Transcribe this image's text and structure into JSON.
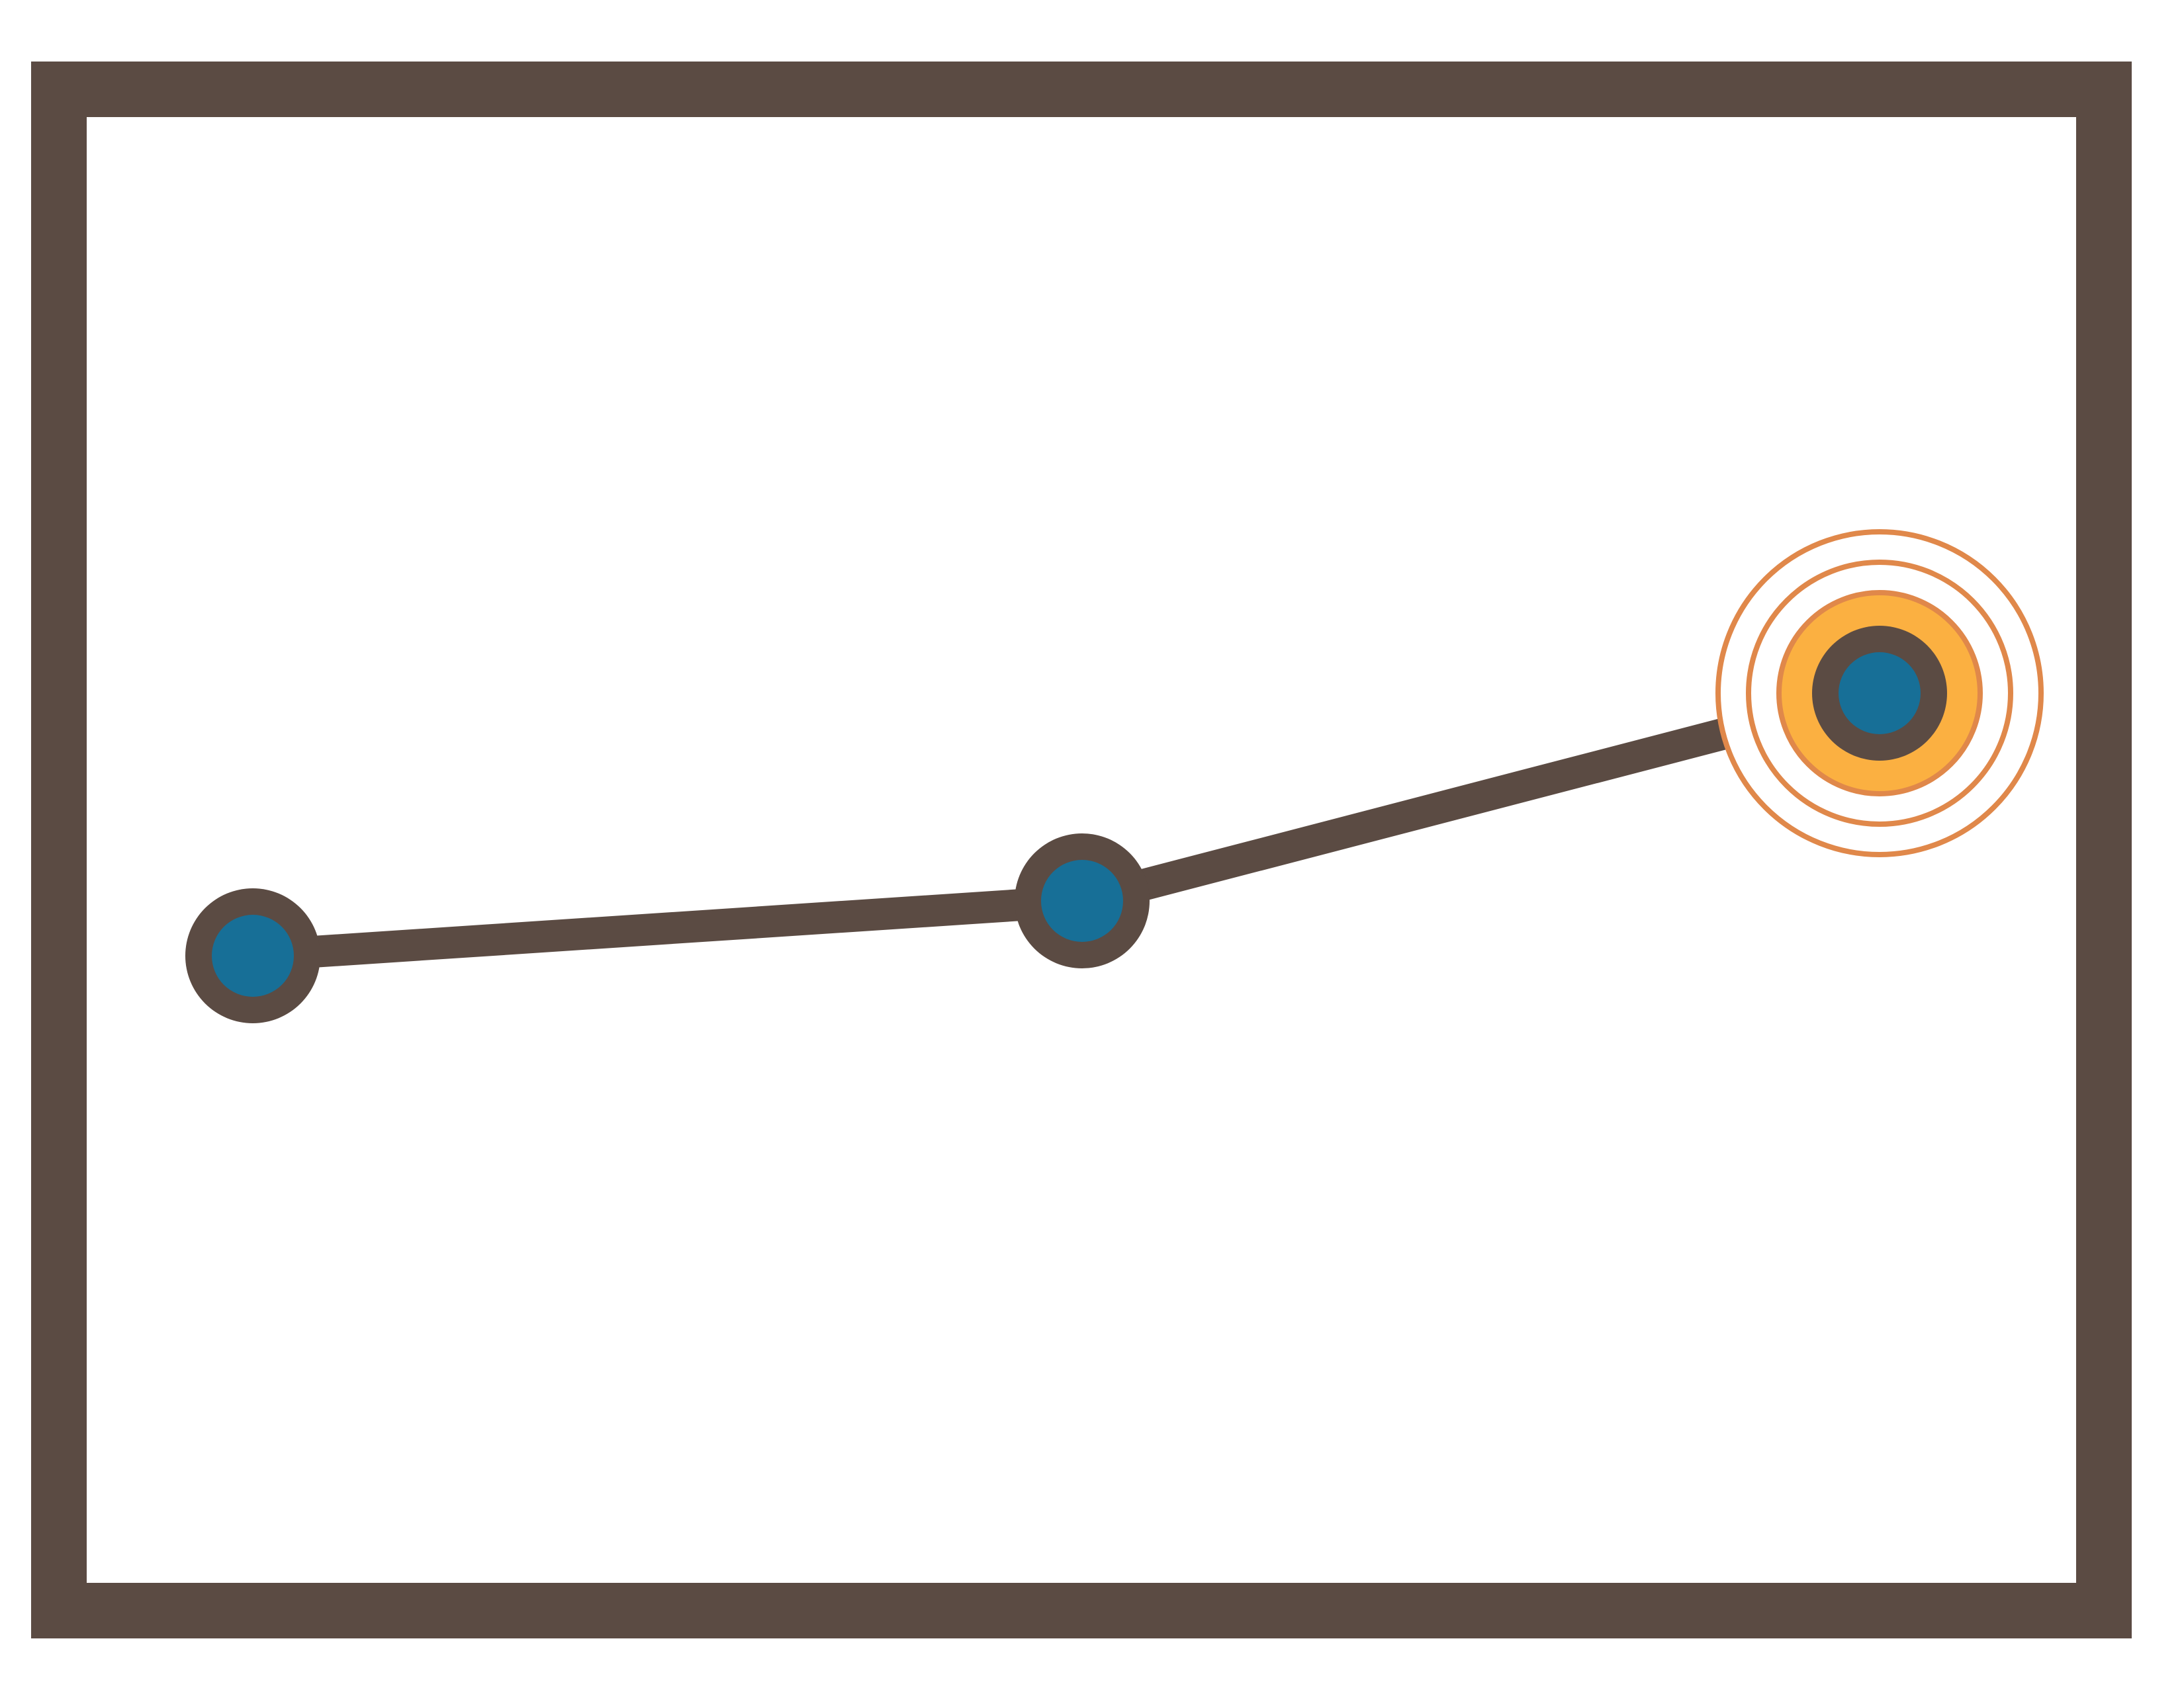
{
  "colors": {
    "frame": "#5b4b43",
    "path_line": "#5b4b43",
    "node_fill": "#176f97",
    "node_ring": "#5b4b43",
    "highlight_fill": "#fbb041",
    "highlight_ring": "#e0884a",
    "background": "#ffffff"
  },
  "icon": "line-path-with-highlighted-endpoint-icon",
  "nodes": [
    {
      "id": "start",
      "highlighted": false
    },
    {
      "id": "middle",
      "highlighted": false
    },
    {
      "id": "end",
      "highlighted": true
    }
  ],
  "edges": [
    {
      "from": "start",
      "to": "middle"
    },
    {
      "from": "middle",
      "to": "end"
    }
  ]
}
